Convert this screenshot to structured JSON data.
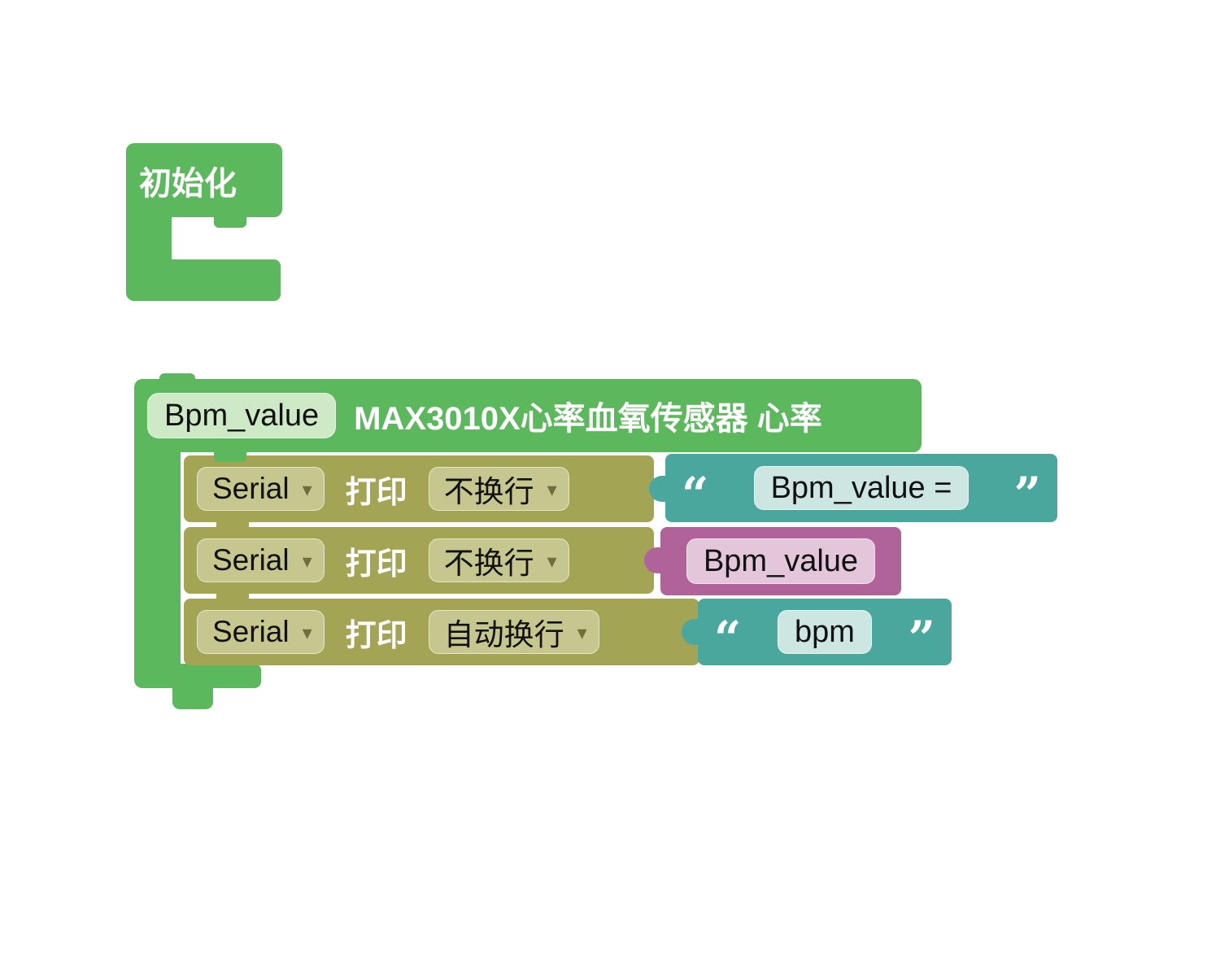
{
  "workspace": {
    "background": "#FFFFFF"
  },
  "colors": {
    "block_green": "#5CB85C",
    "green_field": "#CDE9C6",
    "block_olive": "#A4A455",
    "olive_field": "#C6C78E",
    "block_teal": "#4AA79E",
    "teal_field": "#CDE6E2",
    "block_pink": "#B06399",
    "pink_field": "#E3C6DA"
  },
  "icons": {
    "dropdown_arrow": "▾"
  },
  "init_block": {
    "label": "初始化"
  },
  "sensor_block": {
    "variable_field": "Bpm_value",
    "label": "MAX3010X心率血氧传感器 心率"
  },
  "serial_blocks": [
    {
      "port": "Serial",
      "action_label": "打印",
      "mode": "不换行",
      "value": {
        "type": "string",
        "open_quote": "“",
        "text": "Bpm_value =",
        "close_quote": "”"
      }
    },
    {
      "port": "Serial",
      "action_label": "打印",
      "mode": "不换行",
      "value": {
        "type": "variable",
        "text": "Bpm_value"
      }
    },
    {
      "port": "Serial",
      "action_label": "打印",
      "mode": "自动换行",
      "value": {
        "type": "string",
        "open_quote": "“",
        "text": "bpm",
        "close_quote": "”"
      }
    }
  ]
}
